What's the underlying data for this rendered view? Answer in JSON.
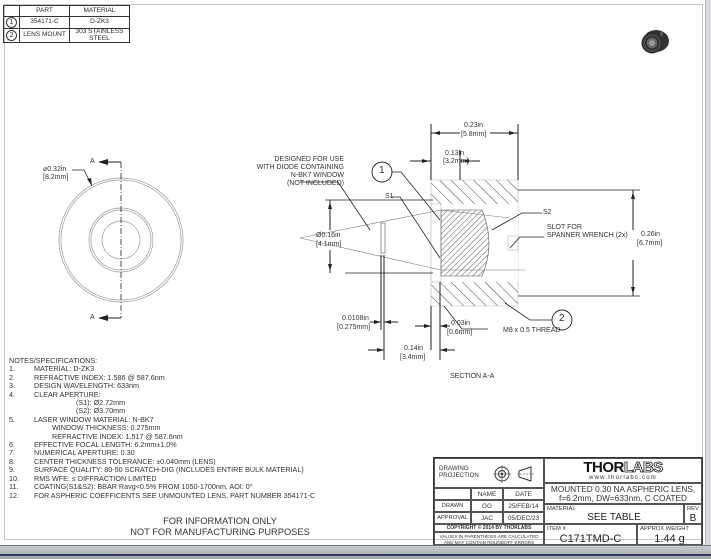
{
  "parts_table": {
    "headers": [
      "",
      "PART",
      "MATERIAL"
    ],
    "rows": [
      {
        "item": "1",
        "part": "354171-C",
        "material": "D-ZK3"
      },
      {
        "item": "2",
        "part": "LENS MOUNT",
        "material_line1": "303 STAINLESS",
        "material_line2": "STEEL"
      }
    ]
  },
  "front_view": {
    "diameter_in": "0.32in",
    "diameter_mm": "[8.2mm]",
    "section_label_top": "A",
    "section_label_bottom": "A"
  },
  "section_view": {
    "callout_window_lines": [
      "DESIGNED FOR USE",
      "WITH DIODE CONTAINING",
      "N-BK7 WINDOW",
      "(NOT INCLUDED)"
    ],
    "balloon_1": "1",
    "balloon_2": "2",
    "s1_label": "S1",
    "s2_label": "S2",
    "slot_lines": [
      "SLOT FOR",
      "SPANNER WRENCH (2x)"
    ],
    "thread_label": "M8 x 0.5 THREAD",
    "dim_overall_in": "0.23in",
    "dim_overall_mm": "[5.8mm]",
    "dim_lens_in": "0.13in",
    "dim_lens_mm": "[3.2mm]",
    "dim_height_in": "0.26in",
    "dim_height_mm": "[6.7mm]",
    "dim_aperture_in": "Ø0.16in",
    "dim_aperture_mm": "[4.1mm]",
    "dim_window_in": "0.0108in",
    "dim_window_mm": "[0.275mm]",
    "dim_gap_in": "0.03in",
    "dim_gap_mm": "[0.6mm]",
    "dim_distance_in": "0.14in",
    "dim_distance_mm": "[3.4mm]",
    "title": "SECTION A-A"
  },
  "notes": {
    "heading": "NOTES/SPECIFICATIONS:",
    "items": [
      {
        "num": "1.",
        "text": "MATERIAL: D-ZK3"
      },
      {
        "num": "2.",
        "text": "REFRACTIVE INDEX: 1.586 @ 587.6nm"
      },
      {
        "num": "3.",
        "text": "DESIGN WAVELENGTH: 633nm"
      },
      {
        "num": "4.",
        "text": "CLEAR APERTURE:"
      },
      {
        "num": "",
        "text": "(S1): Ø2.72mm",
        "indent": 2
      },
      {
        "num": "",
        "text": "(S2): Ø3.70mm",
        "indent": 2
      },
      {
        "num": "5.",
        "text": "LASER WINDOW MATERIAL: N-BK7"
      },
      {
        "num": "",
        "text": "WINDOW THICKNESS: 0.275mm",
        "indent": 1
      },
      {
        "num": "",
        "text": "REFRACTIVE INDEX: 1.517 @ 587.6nm",
        "indent": 1
      },
      {
        "num": "6.",
        "text": "EFFECTIVE FOCAL LENGTH: 6.2mm±1.0%"
      },
      {
        "num": "7.",
        "text": "NUMERICAL APERTURE: 0.30"
      },
      {
        "num": "8.",
        "text": "CENTER THICKNESS TOLERANCE: ±0.040mm (LENS)"
      },
      {
        "num": "9.",
        "text": "SURFACE QUALITY: 80-50 SCRATCH-DIG (INCLUDES ENTIRE BULK MATERIAL)"
      },
      {
        "num": "10.",
        "text": "RMS WFE: ≤ DIFFRACTION LIMITED"
      },
      {
        "num": "11.",
        "text": "COATING(S1&S2): BBAR Ravg<0.5% FROM 1050-1700nm, AOI: 0°"
      },
      {
        "num": "12.",
        "text": "FOR ASPHERIC COEFFICENTS SEE UNMOUNTED LENS, PART NUMBER 354171-C"
      }
    ]
  },
  "disclaimer": {
    "line1": "FOR INFORMATION ONLY",
    "line2": "NOT FOR MANUFACTURING PURPOSES"
  },
  "title_block": {
    "drawing_projection": "DRAWING PROJECTION",
    "name_header": "NAME",
    "date_header": "DATE",
    "drawn_label": "DRAWN",
    "drawn_name": "GG",
    "drawn_date": "25/FEB/14",
    "approval_label": "APPROVAL",
    "approval_name": "JAC",
    "approval_date": "05/DEC/23",
    "copyright": "COPYRIGHT © 2014 BY THORLABS",
    "values_note_line1": "VALUES IN PARENTHESIS ARE CALCULATED",
    "values_note_line2": "AND MAY CONTAIN ROUNDOFF ERRORS",
    "logo_dark": "THOR",
    "logo_light": "LABS",
    "website": "www.thorlabs.com",
    "description_line1": "MOUNTED 0.30 NA ASPHERIC LENS,",
    "description_line2": "f=6.2mm, DW=633nm, C COATED",
    "material_label": "MATERIAL",
    "material_value": "SEE TABLE",
    "rev_label": "REV",
    "rev_value": "B",
    "item_label": "ITEM #",
    "item_value": "C171TMD-C",
    "weight_label": "APPROX WEIGHT",
    "weight_value": "1.44 g"
  }
}
